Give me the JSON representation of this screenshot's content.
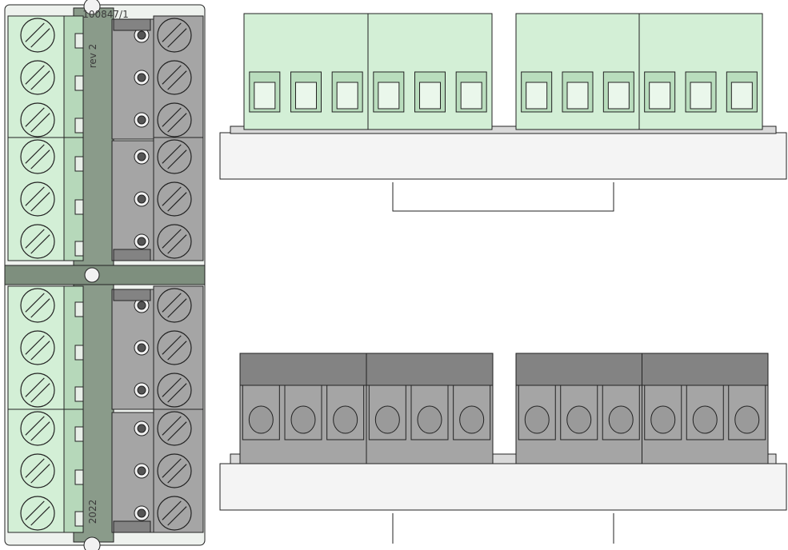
{
  "board": {
    "rev_label": "rev 2",
    "part_number": "100847/1",
    "year_label": "2022"
  },
  "palette": {
    "green_fill": "#d3efd6",
    "green_dark": "#b6d8ba",
    "grey_fill": "#a5a5a5",
    "grey_dark": "#838383",
    "pcb": "#8a9b8a",
    "base": "#f4f4f4",
    "outline": "#222222"
  },
  "counts": {
    "top_view_left_screws_per_block": 3,
    "top_view_left_blocks": 4,
    "top_view_right_screws_per_block": 3,
    "top_view_right_blocks": 4,
    "side_view_terminals_per_group": 6,
    "side_view_groups": 2
  },
  "icons": {
    "screw": "slotted-screw-icon",
    "hole": "wire-entry-hole-icon",
    "mount": "mounting-hole-icon"
  }
}
